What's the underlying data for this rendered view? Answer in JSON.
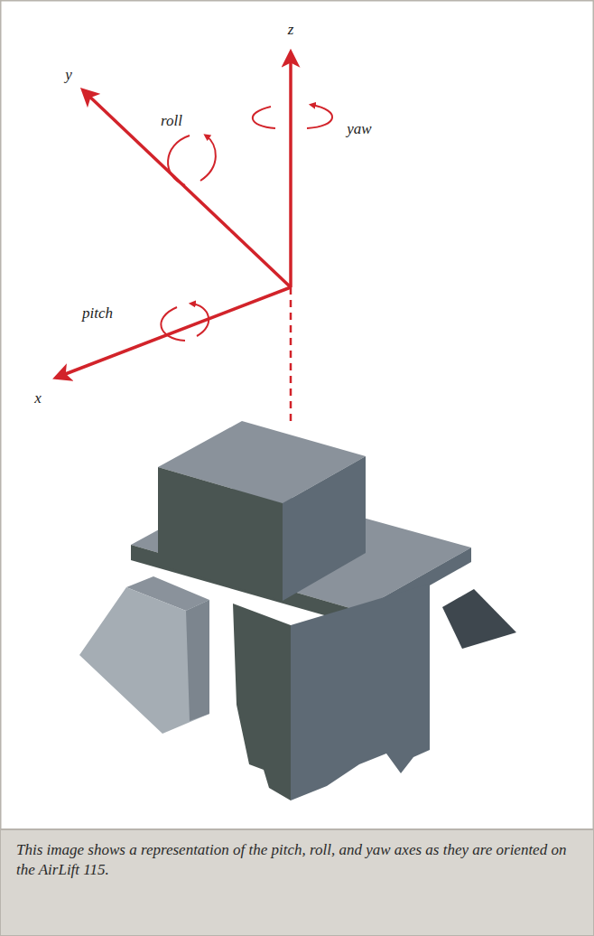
{
  "diagram": {
    "caption": "This image shows a representation of the pitch, roll, and yaw axes as they are oriented on the AirLift 115.",
    "labels": [
      "z",
      "y",
      "roll",
      "yaw",
      "pitch",
      "x"
    ]
  }
}
